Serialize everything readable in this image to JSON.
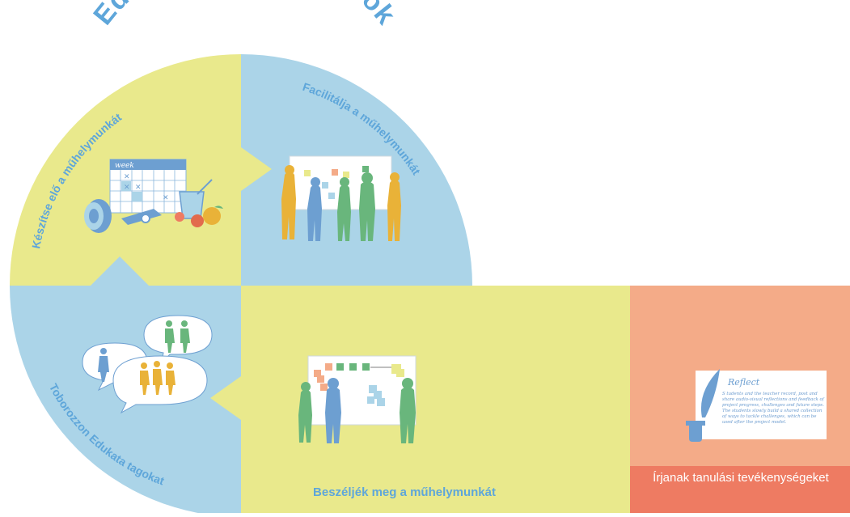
{
  "title": "Edukata modell fázisok",
  "phases": {
    "prepare": "Készítse elő a műhelymunkát",
    "facilitate": "Facilitálja a műhelymunkát",
    "recruit": "Toborozzon Edukata tagokat",
    "discuss": "Beszéljék meg a műhelymunkát",
    "recap": "Írjanak tanulási tevékenységeket"
  },
  "calendar_label": "week",
  "reflect_card": {
    "title": "Reflect",
    "body": "S     tudents and the teacher record, post and share audio-visual reflections and feedback of project progress, challenges and future steps. The students slowly build a shared collection of ways to tackle challenges, which can be used after the project model."
  },
  "colors": {
    "yellow": "#e9e98c",
    "blue": "#abd4e8",
    "salmon": "#f4ab88",
    "coral": "#ee7b62",
    "text_blue": "#5ea6da",
    "people_blue": "#6d9fd1",
    "people_orange": "#e9b238",
    "people_green": "#69b67c"
  }
}
